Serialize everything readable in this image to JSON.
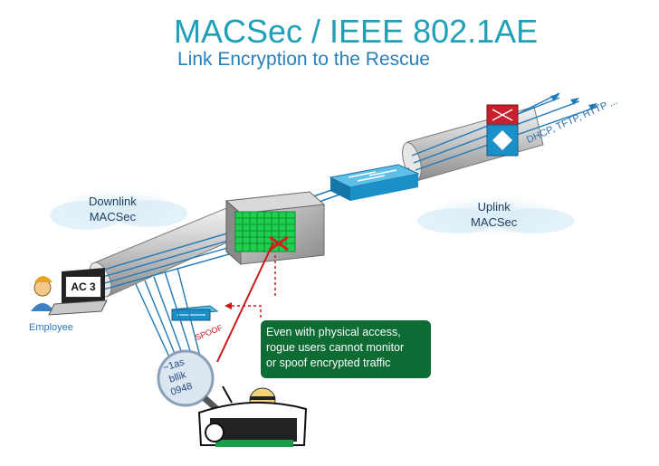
{
  "title": "MACSec / IEEE 802.1AE",
  "subtitle": "Link Encryption to the Rescue",
  "downlink": {
    "line1": "Downlink",
    "line2": "MACSec"
  },
  "uplink": {
    "line1": "Uplink",
    "line2": "MACSec"
  },
  "endpoint_badge": "AC 3",
  "employee_label": "Employee",
  "callout": {
    "line1": "Even with physical access,",
    "line2": "rogue users cannot monitor",
    "line3": "or spoof encrypted traffic"
  },
  "spoof_label": "SPOOF",
  "lens": {
    "line1": "~1as",
    "line2": "bllik",
    "line3": "0948"
  },
  "protocols_label": "DHCP, TFTP, HTTP ...",
  "colors": {
    "title": "#1ea0b8",
    "subtitle": "#2a7fb8",
    "callout_bg": "#0d6b34",
    "link_blue": "#1f7ab8",
    "spoof_red": "#c81818",
    "switch_blue": "#1b90c8",
    "matrix_green": "#1fd04f"
  }
}
